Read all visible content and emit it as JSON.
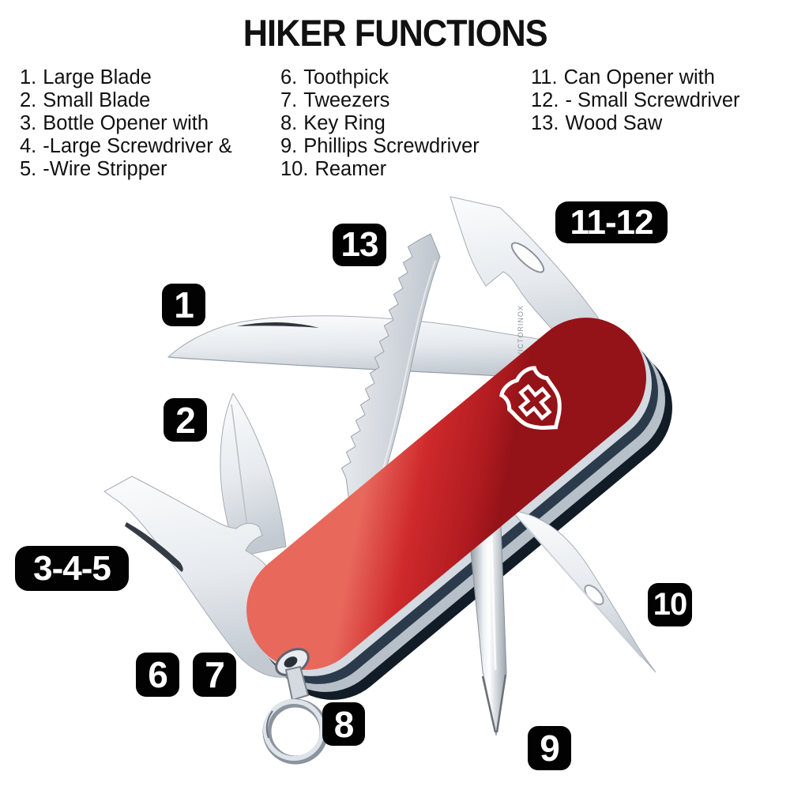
{
  "title": "HIKER FUNCTIONS",
  "legend": {
    "columns": [
      {
        "items": [
          {
            "num": "1.",
            "label": "Large Blade"
          },
          {
            "num": "2.",
            "label": "Small Blade"
          },
          {
            "num": "3.",
            "label": "Bottle Opener with"
          },
          {
            "num": "4.",
            "label": "-Large Screwdriver &"
          },
          {
            "num": "5.",
            "label": "-Wire Stripper"
          }
        ]
      },
      {
        "items": [
          {
            "num": "6.",
            "label": "Toothpick"
          },
          {
            "num": "7.",
            "label": "Tweezers"
          },
          {
            "num": "8.",
            "label": "Key Ring"
          },
          {
            "num": "9.",
            "label": "Phillips Screwdriver"
          },
          {
            "num": "10.",
            "label": "Reamer"
          }
        ]
      },
      {
        "items": [
          {
            "num": "11.",
            "label": "Can Opener with"
          },
          {
            "num": "12.",
            "label": "- Small Screwdriver"
          },
          {
            "num": "13.",
            "label": "Wood Saw"
          }
        ]
      }
    ]
  },
  "badges": [
    {
      "id": "1",
      "label": "1"
    },
    {
      "id": "2",
      "label": "2"
    },
    {
      "id": "3-4-5",
      "label": "3-4-5"
    },
    {
      "id": "6",
      "label": "6"
    },
    {
      "id": "7",
      "label": "7"
    },
    {
      "id": "8",
      "label": "8"
    },
    {
      "id": "9",
      "label": "9"
    },
    {
      "id": "10",
      "label": "10"
    },
    {
      "id": "11-12",
      "label": "11-12"
    },
    {
      "id": "13",
      "label": "13"
    }
  ],
  "knife": {
    "emblem_icon": "victorinox-cross-shield-icon",
    "tang_stamp": "VICTORINOX"
  },
  "colors": {
    "handle_red": "#cc2127",
    "red_light": "#e8685c",
    "red_mid": "#cf2a2c",
    "red_dark": "#941318",
    "badge_bg": "#020202",
    "badge_fg": "#ffffff",
    "metal_hi": "#fbfcfd",
    "metal_md": "#e6eaee",
    "metal_lo": "#c2c9d1",
    "layer_dark": "#2c3b4b",
    "layer_dark2": "#121c26",
    "layer_light": "#d3dae1",
    "layer_light2": "#b7c0c9",
    "emblem": "#ffffff"
  }
}
